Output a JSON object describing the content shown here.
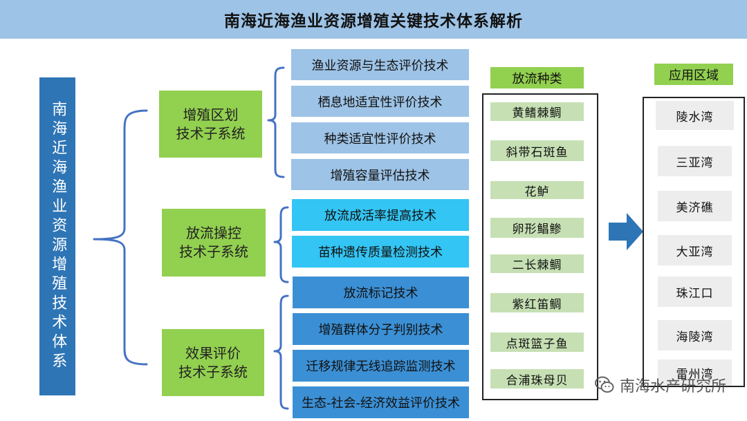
{
  "title": "南海近海渔业资源增殖关键技术体系解析",
  "root_label": "南海近海渔业资源增殖技术体系",
  "subsystems": [
    {
      "label": "增殖区划\n技术子系统"
    },
    {
      "label": "放流操控\n技术子系统"
    },
    {
      "label": "效果评价\n技术子系统"
    }
  ],
  "technologies": [
    {
      "label": "渔业资源与生态评价技术"
    },
    {
      "label": "栖息地适宜性评价技术"
    },
    {
      "label": "种类适宜性评价技术"
    },
    {
      "label": "增殖容量评估技术"
    },
    {
      "label": "放流成活率提高技术"
    },
    {
      "label": "苗种遗传质量检测技术"
    },
    {
      "label": "放流标记技术"
    },
    {
      "label": "增殖群体分子判别技术"
    },
    {
      "label": "迁移规律无线追踪监测技术"
    },
    {
      "label": "生态-社会-经济效益评价技术"
    }
  ],
  "species_header": "放流种类",
  "species": [
    "黄鳍棘鲷",
    "斜带石斑鱼",
    "花鲈",
    "卵形鲳鲹",
    "二长棘鲷",
    "紫红笛鲷",
    "点斑篮子鱼",
    "合浦珠母贝"
  ],
  "areas_header": "应用区域",
  "areas": [
    "陵水湾",
    "三亚湾",
    "美济礁",
    "大亚湾",
    "珠江口",
    "海陵湾",
    "雷州湾"
  ],
  "watermark": "南海水产研究所",
  "colors": {
    "banner": "#9dc3e6",
    "root": "#2e75b6",
    "subsystem": "#92d050",
    "tech_group_1": "#9dc3e6",
    "tech_group_2": "#33c5f3",
    "tech_group_3": "#3b8fd4",
    "species_item": "#c6e0b4",
    "area_item": "#ededed",
    "arrow": "#2e75b6",
    "bracket": "#4472c4"
  }
}
